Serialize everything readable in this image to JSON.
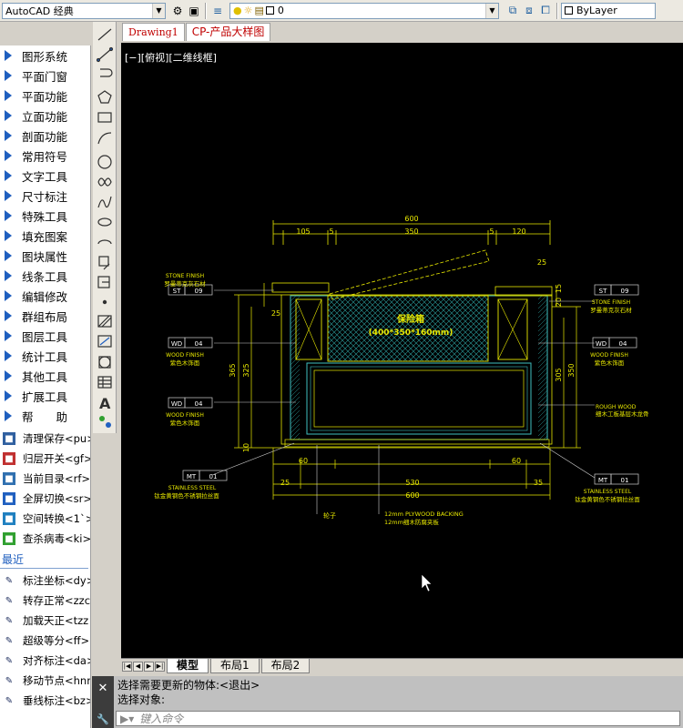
{
  "toolbar": {
    "workspace": "AutoCAD 经典",
    "layer_value": "0",
    "bylayer": "ByLayer"
  },
  "doc_tabs": [
    "Drawing1",
    "CP-产品大样图"
  ],
  "left_menu": {
    "items": [
      "图形系统",
      "平面门窗",
      "平面功能",
      "立面功能",
      "剖面功能",
      "常用符号",
      "文字工具",
      "尺寸标注",
      "特殊工具",
      "填充图案",
      "图块属性",
      "线条工具",
      "编辑修改",
      "群组布局",
      "图层工具",
      "统计工具",
      "其他工具",
      "扩展工具",
      "帮　　助"
    ],
    "quick": [
      "清理保存<pu>",
      "归层开关<gf>",
      "当前目录<rf>",
      "全屏切换<sr>",
      "空间转换<1`>",
      "查杀病毒<ki>"
    ],
    "recent_label": "最近",
    "recent": [
      "标注坐标<dy>",
      "转存正常<zzc",
      "加载天正<tzz",
      "超级等分<ff>",
      "对齐标注<da>",
      "移动节点<hnn",
      "垂线标注<bz>"
    ]
  },
  "canvas": {
    "view_label": "[−][俯视][二维线框]"
  },
  "drawing": {
    "dims_top": {
      "total": "600",
      "parts": [
        "105",
        "5",
        "350",
        "5",
        "120"
      ]
    },
    "dims_bottom": {
      "parts_a": [
        "60",
        "60"
      ],
      "mid": "530",
      "left_small": "25",
      "right_small": "35",
      "total": "600"
    },
    "dims_left": [
      "365",
      "325",
      "25",
      "10"
    ],
    "dims_right": [
      "350",
      "305",
      "20",
      "15",
      "25"
    ],
    "center_label_1": "保险箱",
    "center_label_2": "(400*350*160mm)",
    "tag_st": "ST",
    "tag_st_num": "09",
    "tag_wd": "WD",
    "tag_wd_num": "04",
    "tag_mt": "MT",
    "tag_mt_num": "01",
    "stone_en": "STONE FINISH",
    "stone_cn": "罗曼蒂克灰石材",
    "wood_en": "WOOD FINISH",
    "wood_cn": "紫色木饰面",
    "steel_en": "STAINLESS STEEL",
    "steel_cn": "钛金黄钢色不锈钢拉丝面",
    "rough_en": "ROUGH WOOD",
    "rough_cn": "细木工板基层木龙骨",
    "plywood_en": "12mm PLYWOOD BACKING",
    "plywood_cn": "12mm细木防腐夹板",
    "wheel": "轮子"
  },
  "layout_tabs": [
    "模型",
    "布局1",
    "布局2"
  ],
  "command": {
    "line1": "选择需要更新的物体:<退出>",
    "line2": "选择对象:",
    "placeholder": "键入命令"
  }
}
